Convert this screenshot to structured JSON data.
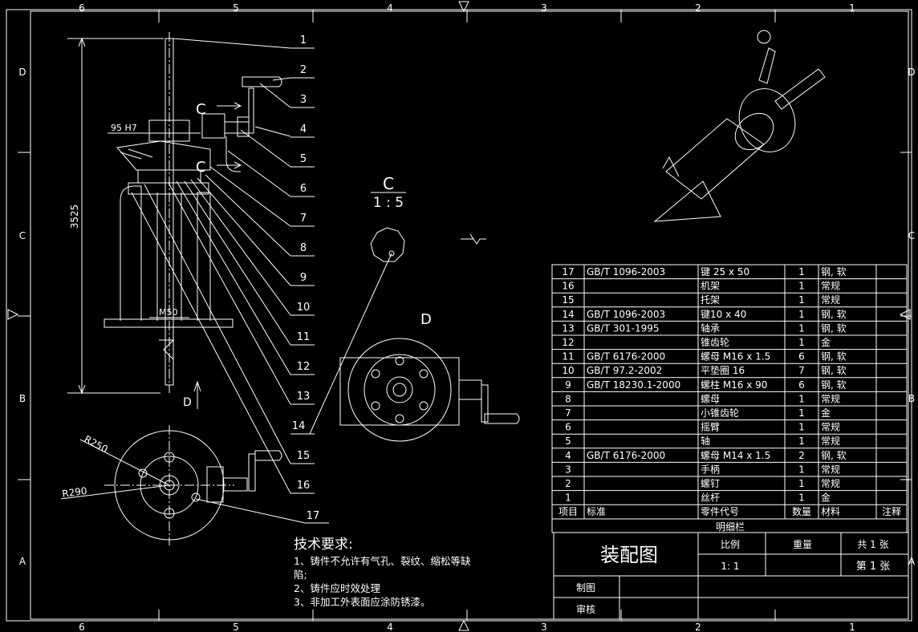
{
  "colors": {
    "background": "#000000",
    "lines": "#ffffff"
  },
  "border": {
    "col_labels": [
      "6",
      "5",
      "4",
      "3",
      "2",
      "1"
    ],
    "row_labels": [
      "D",
      "C",
      "B",
      "A"
    ]
  },
  "drawing": {
    "dim_height": "3525",
    "dim_fit": "95 H7",
    "dim_thread": "M50",
    "radius_1": "R250",
    "radius_2": "R290",
    "view_c_marker": "C",
    "view_d_marker": "D",
    "detail_title": "C",
    "detail_scale": "1 : 5",
    "view_d_title": "D"
  },
  "balloons": [
    "1",
    "2",
    "3",
    "4",
    "5",
    "6",
    "7",
    "8",
    "9",
    "10",
    "11",
    "12",
    "13",
    "14",
    "15",
    "16",
    "17"
  ],
  "bom": {
    "rows": [
      {
        "no": "17",
        "std": "GB/T 1096-2003",
        "name": "键 25 x 50",
        "qty": "1",
        "mat": "钢, 软",
        "note": ""
      },
      {
        "no": "16",
        "std": "",
        "name": "机架",
        "qty": "1",
        "mat": "常规",
        "note": ""
      },
      {
        "no": "15",
        "std": "",
        "name": "托架",
        "qty": "1",
        "mat": "常规",
        "note": ""
      },
      {
        "no": "14",
        "std": "GB/T 1096-2003",
        "name": "键10 x 40",
        "qty": "1",
        "mat": "钢, 软",
        "note": ""
      },
      {
        "no": "13",
        "std": "GB/T 301-1995",
        "name": "轴承",
        "qty": "1",
        "mat": "钢, 软",
        "note": ""
      },
      {
        "no": "12",
        "std": "",
        "name": "锥齿轮",
        "qty": "1",
        "mat": "金",
        "note": ""
      },
      {
        "no": "11",
        "std": "GB/T 6176-2000",
        "name": "螺母 M16 x 1.5",
        "qty": "6",
        "mat": "钢, 软",
        "note": ""
      },
      {
        "no": "10",
        "std": "GB/T 97.2-2002",
        "name": "平垫圈 16",
        "qty": "7",
        "mat": "钢, 软",
        "note": ""
      },
      {
        "no": "9",
        "std": "GB/T 18230.1-2000",
        "name": "螺柱 M16 x 90",
        "qty": "6",
        "mat": "钢, 软",
        "note": ""
      },
      {
        "no": "8",
        "std": "",
        "name": "螺母",
        "qty": "1",
        "mat": "常规",
        "note": ""
      },
      {
        "no": "7",
        "std": "",
        "name": "小锥齿轮",
        "qty": "1",
        "mat": "金",
        "note": ""
      },
      {
        "no": "6",
        "std": "",
        "name": "摇臂",
        "qty": "1",
        "mat": "常规",
        "note": ""
      },
      {
        "no": "5",
        "std": "",
        "name": "轴",
        "qty": "1",
        "mat": "常规",
        "note": ""
      },
      {
        "no": "4",
        "std": "GB/T 6176-2000",
        "name": "螺母 M14 x 1.5",
        "qty": "2",
        "mat": "钢, 软",
        "note": ""
      },
      {
        "no": "3",
        "std": "",
        "name": "手柄",
        "qty": "1",
        "mat": "常规",
        "note": ""
      },
      {
        "no": "2",
        "std": "",
        "name": "螺钉",
        "qty": "1",
        "mat": "常规",
        "note": ""
      },
      {
        "no": "1",
        "std": "",
        "name": "丝杆",
        "qty": "1",
        "mat": "金",
        "note": ""
      }
    ],
    "header": {
      "no": "项目",
      "std": "标准",
      "name": "零件代号",
      "qty": "数量",
      "mat": "材料",
      "note": "注释"
    },
    "caption": "明细栏"
  },
  "title_block": {
    "title": "装配图",
    "scale_label": "比例",
    "scale_value": "1: 1",
    "weight_label": "重量",
    "sheets_total": "共 1 张",
    "sheet_no": "第 1 张",
    "drawn_by": "制图",
    "checked_by": "审核"
  },
  "notes": {
    "heading": "技术要求:",
    "lines": [
      "1、铸件不允许有气孔、裂纹、缩松等缺",
      "陷;",
      "2、铸件应时效处理",
      "3、非加工外表面应涂防锈漆。"
    ]
  }
}
